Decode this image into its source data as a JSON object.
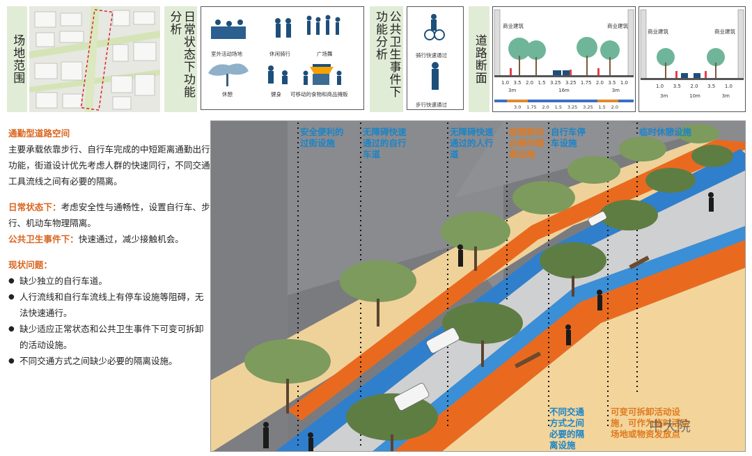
{
  "top": {
    "site_label": "场地范围",
    "daily_label": "日常状态下功能分析",
    "daily_captions": [
      "室外活动场地",
      "休闲骑行",
      "广场舞",
      "休憩",
      "健身",
      "可移动的食物和商品摊贩"
    ],
    "ph_label": "公共卫生事件下功能分析",
    "ph_captions": [
      "骑行快速通过",
      "步行快速通过"
    ],
    "section_label": "道路断面",
    "section1": {
      "top_tags": [
        "商业建筑",
        "商业建筑"
      ],
      "dims_row1": [
        "1.0",
        "3.5",
        "2.0",
        "1.5",
        "3.25",
        "3.25",
        "1.75",
        "2.0",
        "3.5",
        "1.0"
      ],
      "dims_row2": [
        "3m",
        "16m",
        "3m"
      ],
      "dims_row3": [
        "3.0",
        "1.75",
        "2.0",
        "1.5",
        "3.25",
        "3.25",
        "1.5",
        "2.0"
      ]
    },
    "section2": {
      "top_tags": [
        "商业建筑",
        "商业建筑"
      ],
      "dims_row1": [
        "1.0",
        "3.5",
        "2.0",
        "3.5",
        "1.0"
      ],
      "dims_row2": [
        "3m",
        "10m",
        "3m"
      ]
    }
  },
  "left": {
    "title1": "通勤型道路空间",
    "para1": "主要承载依靠步行、自行车完成的中短距离通勤出行功能，街道设计优先考虑人群的快速同行，不同交通工具流线之间有必要的隔离。",
    "daily_title": "日常状态下：",
    "daily_text": "考虑安全性与通畅性，设置自行车、步行、机动车物理隔离。",
    "ph_title": "公共卫生事件下：",
    "ph_text": "快速通过，减少接触机会。",
    "issues_title": "现状问题：",
    "issues": [
      "缺少独立的自行车道。",
      "人行流线和自行车流线上有停车设施等阻碍，无法快速通行。",
      "缺少适应正常状态和公共卫生事件下可变可拆卸的活动设施。",
      "不同交通方式之间缺少必要的隔离设施。"
    ]
  },
  "callouts": {
    "c1": "安全便利的过街设施",
    "c2": "无障碍快速通过的自行车道",
    "c3": "无障碍快速通过的人行道",
    "c4": "疫情期间必要的隔离设施",
    "c5": "自行车停车设施",
    "c6": "临时休憩设施",
    "c7": "不同交通方式之间必要的隔离设施",
    "c8": "可变可拆卸活动设施，可作为临时活动场地或物资发放点"
  },
  "watermark": "中大院",
  "colors": {
    "label_bg": "#e1ecd7",
    "bike_lane": "#3a8fd6",
    "sidewalk_orange": "#e96a1f",
    "plaza_sand": "#f3d59b",
    "callout_blue": "#1c84c7",
    "callout_orange": "#e07a1f",
    "title_orange": "#d9651f"
  }
}
